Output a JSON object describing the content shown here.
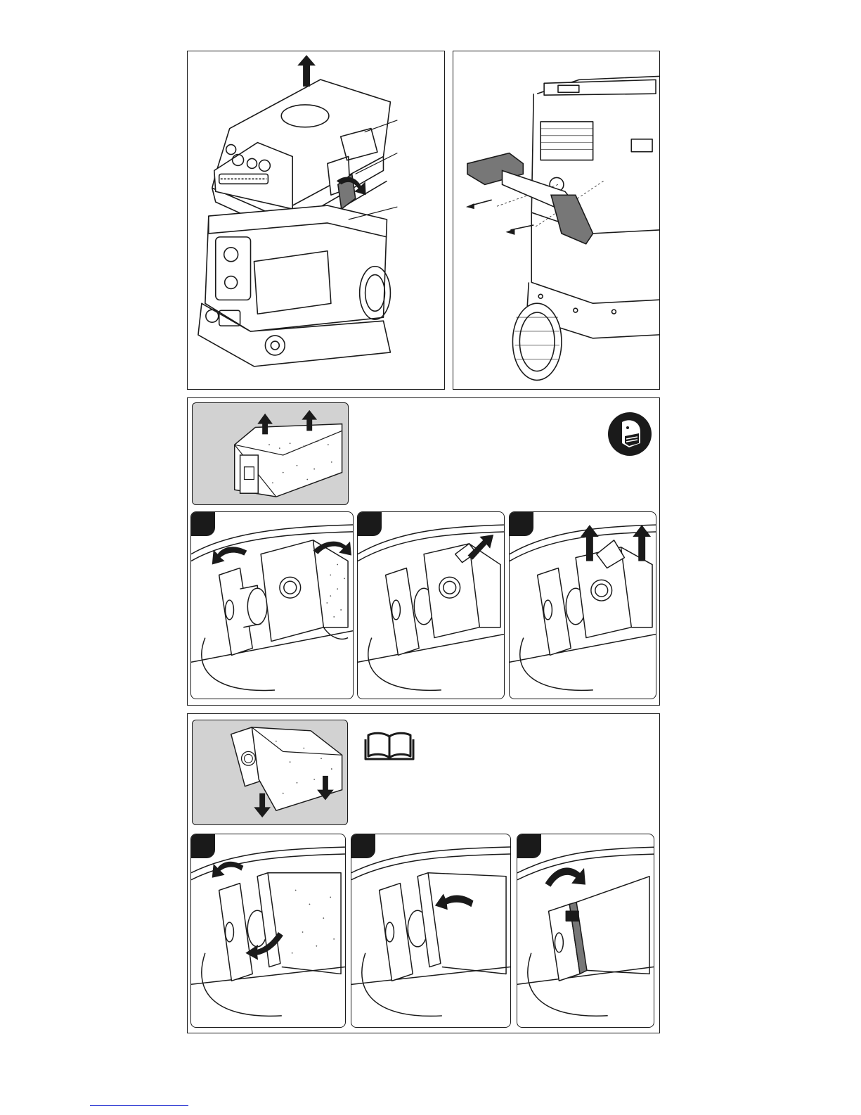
{
  "document": {
    "type": "illustrated assembly manual page",
    "figures": [
      {
        "name": "lift-motor-head",
        "icons": [
          "arrow-up-icon",
          "rotate-arrow-icon",
          "callout-line"
        ]
      },
      {
        "name": "mount-handle",
        "icons": [
          "screw-icon",
          "handle-bar"
        ]
      },
      {
        "name": "remove-filter-bag",
        "icons": [
          "respirator-mask-icon",
          "arrow-up-icon"
        ],
        "steps": 3
      },
      {
        "name": "insert-filter-bag",
        "icons": [
          "open-book-manual-icon",
          "arrow-down-icon"
        ],
        "steps": 3
      }
    ]
  },
  "colors": {
    "ink": "#1a1a1a",
    "header_gray": "#d2d2d2",
    "footer_link": "#3b46d6"
  }
}
